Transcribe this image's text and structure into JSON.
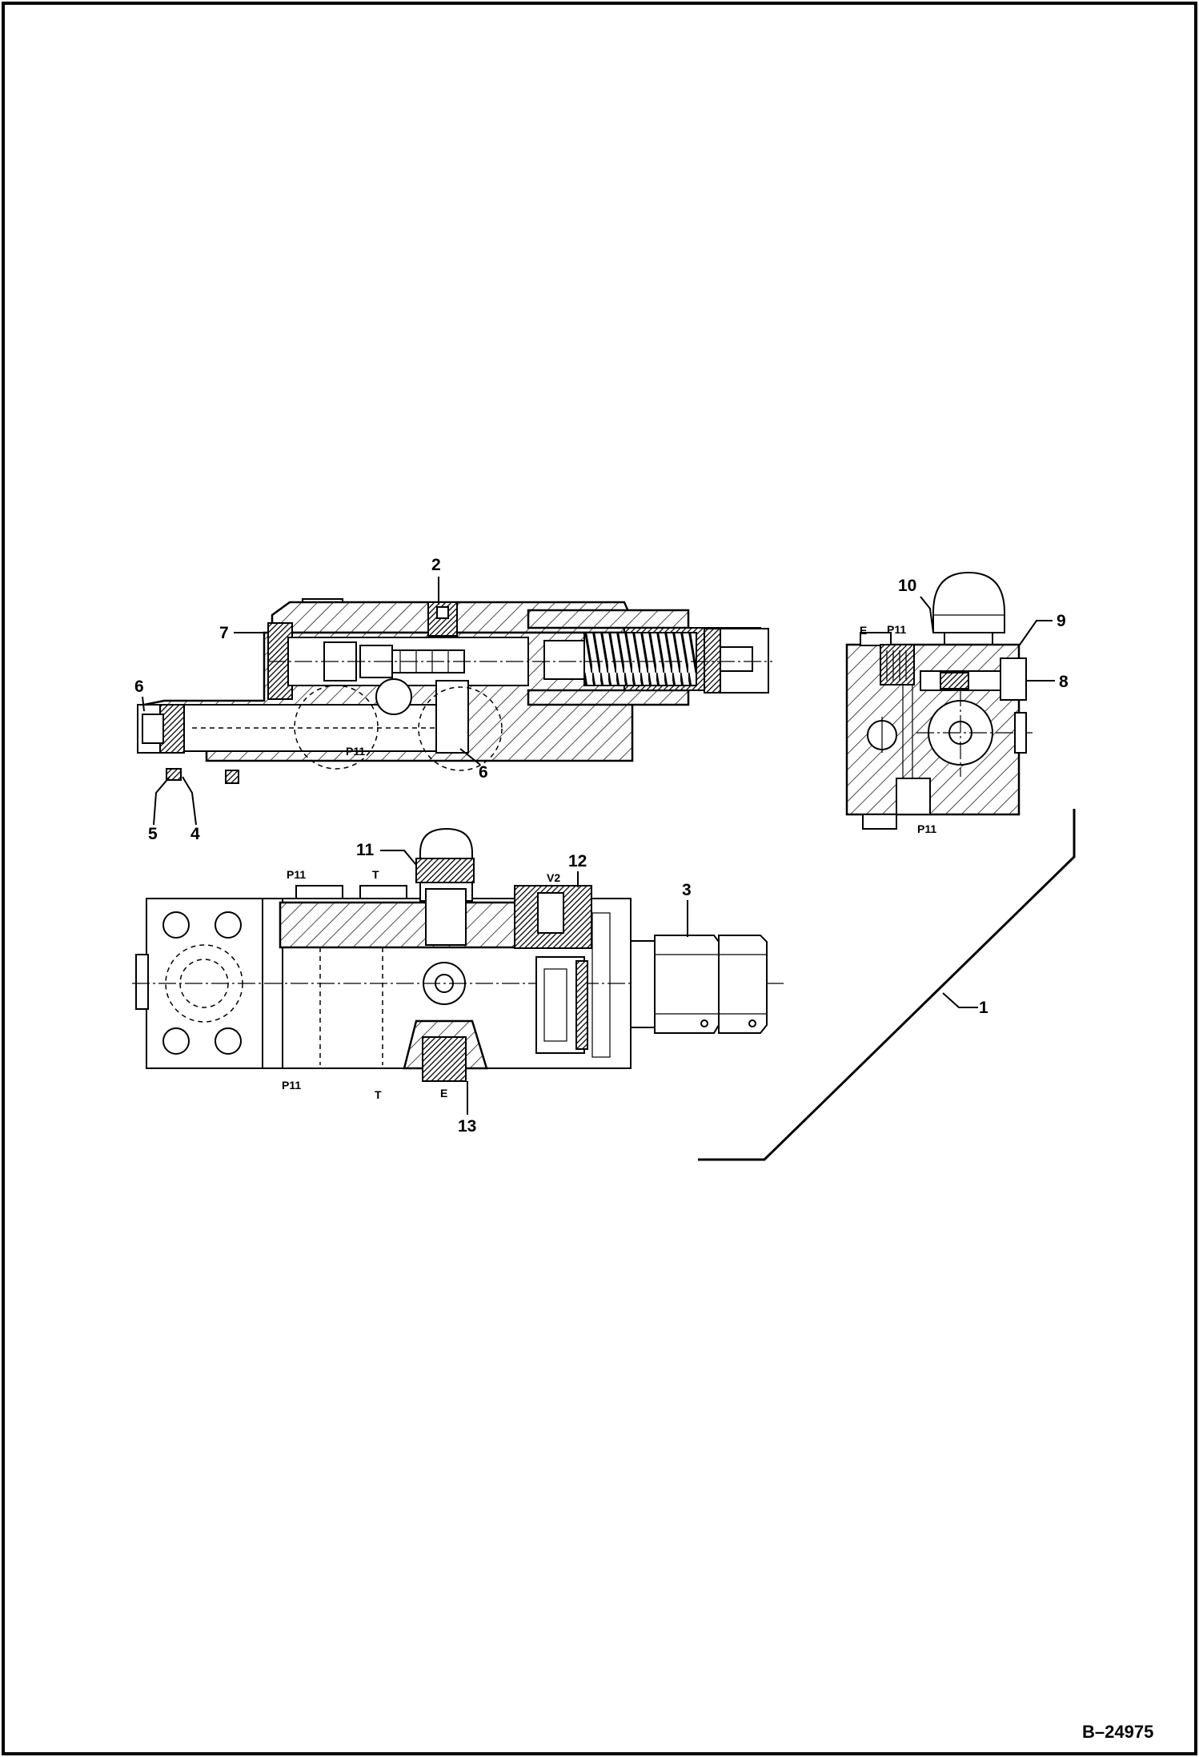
{
  "document_number": "B–24975",
  "callouts": {
    "c1": "1",
    "c2": "2",
    "c3": "3",
    "c4": "4",
    "c5": "5",
    "c6a": "6",
    "c6b": "6",
    "c7": "7",
    "c8": "8",
    "c9": "9",
    "c10": "10",
    "c11": "11",
    "c12": "12",
    "c13": "13"
  },
  "ports": {
    "p11_top_section": "P11",
    "p11_end_view_top": "P11",
    "p11_end_view_bottom": "P11",
    "e_end_view": "E",
    "p11_lower_top": "P11",
    "t_lower_top": "T",
    "v2_lower": "V2",
    "p11_lower_bottom": "P11",
    "t_lower_bottom": "T",
    "e_lower_bottom": "E"
  }
}
